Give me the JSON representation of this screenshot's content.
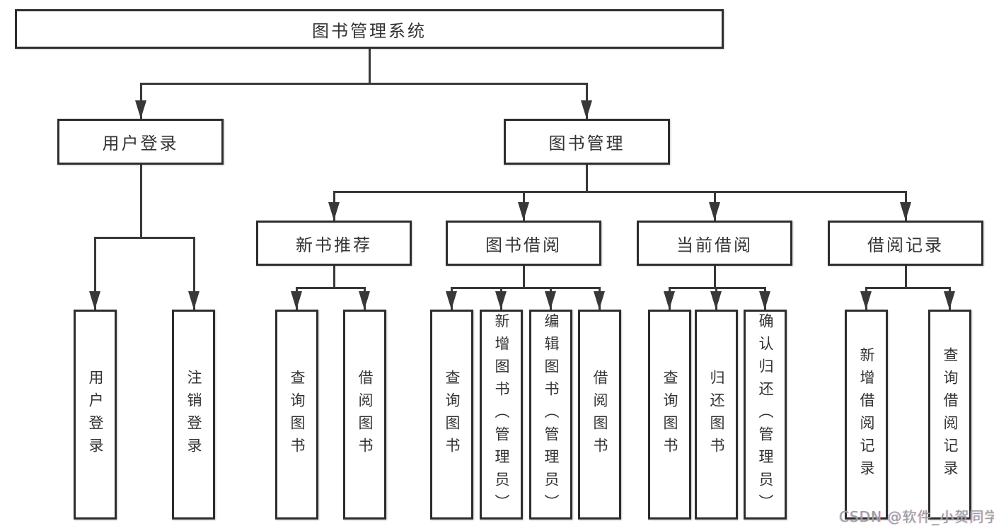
{
  "diagram_title": "图书管理系统",
  "nodes": {
    "root": "图书管理系统",
    "user_login": "用户登录",
    "book_management": "图书管理",
    "new_book_recommend": "新书推荐",
    "book_borrowing": "图书借阅",
    "current_borrowing": "当前借阅",
    "borrowing_records": "借阅记录",
    "leaf_user_login": "用户登录",
    "leaf_logout": "注销登录",
    "leaf_query_books_recommend": "查询图书",
    "leaf_borrow_books_recommend": "借阅图书",
    "leaf_query_books_borrowing": "查询图书",
    "leaf_add_books_admin": "新增图书（管理员）",
    "leaf_edit_books_admin": "编辑图书（管理员）",
    "leaf_borrow_books_borrowing": "借阅图书",
    "leaf_query_books_current": "查询图书",
    "leaf_return_books": "归还图书",
    "leaf_confirm_return_admin": "确认归还（管理员）",
    "leaf_add_borrow_record": "新增借阅记录",
    "leaf_query_borrow_record": "查询借阅记录"
  },
  "hierarchy": {
    "图书管理系统": {
      "用户登录": [
        "用户登录",
        "注销登录"
      ],
      "图书管理": {
        "新书推荐": [
          "查询图书",
          "借阅图书"
        ],
        "图书借阅": [
          "查询图书",
          "新增图书（管理员）",
          "编辑图书（管理员）",
          "借阅图书"
        ],
        "当前借阅": [
          "查询图书",
          "归还图书",
          "确认归还（管理员）"
        ],
        "借阅记录": [
          "新增借阅记录",
          "查询借阅记录"
        ]
      }
    }
  },
  "watermark": "CSDN @软件_小贺同学",
  "colors": {
    "line": "#383838",
    "box_border": "#2d2d2d",
    "text": "#333333",
    "background": "#ffffff",
    "watermark": "#9d9d9d"
  }
}
